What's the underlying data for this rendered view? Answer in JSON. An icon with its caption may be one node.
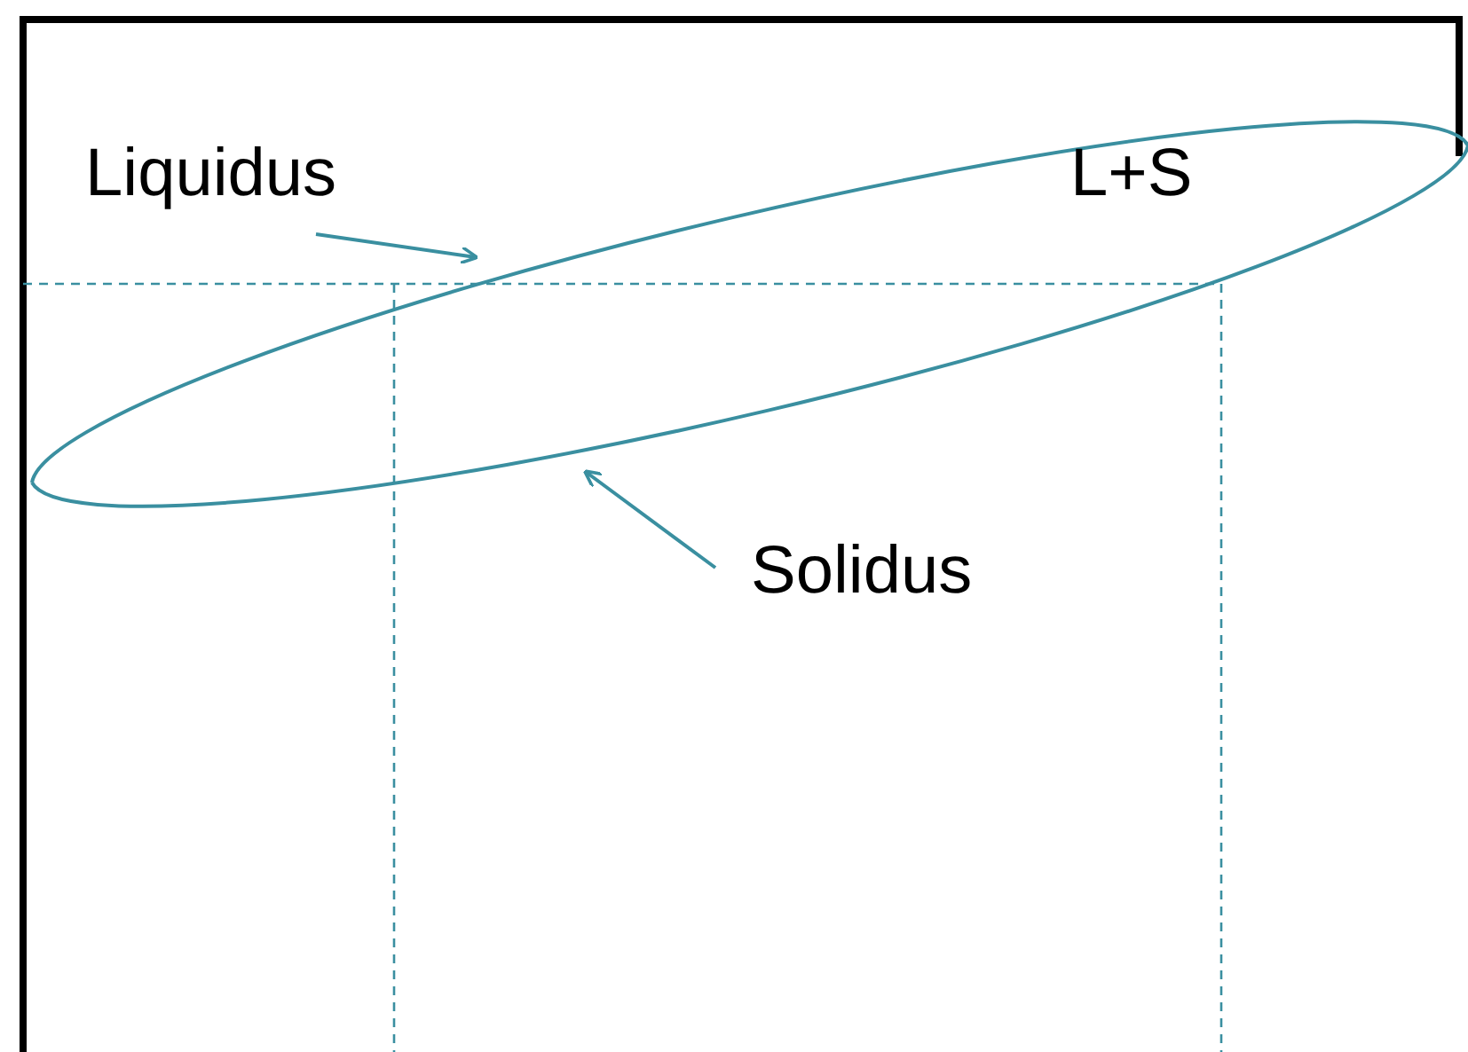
{
  "diagram": {
    "nodes": [
      {
        "text": [
          "Liquidus"
        ]
      },
      {
        "text": [
          "Solidus"
        ]
      }
    ],
    "edges": [
      {
        "from": 0,
        "to": null,
        "arrow": "to"
      },
      {
        "from": 1,
        "to": null,
        "arrow": "to"
      }
    ],
    "labels": [
      "L+S"
    ]
  }
}
